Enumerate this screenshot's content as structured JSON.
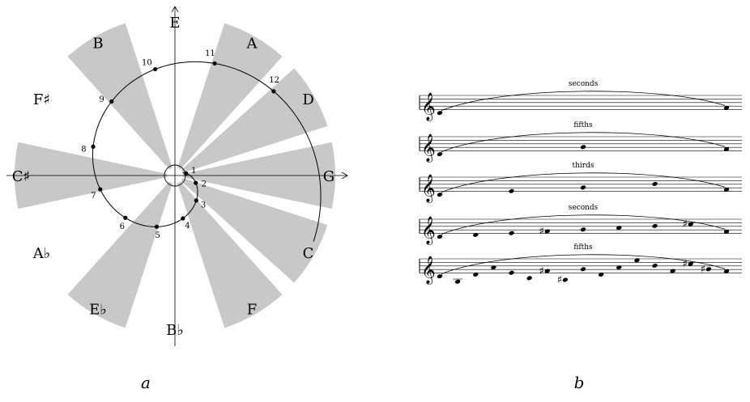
{
  "panel_a": {
    "label": "a",
    "notes": [
      {
        "name": "E",
        "angle": 90
      },
      {
        "name": "A",
        "angle": 60
      },
      {
        "name": "D",
        "angle": 30
      },
      {
        "name": "G",
        "angle": 0
      },
      {
        "name": "C",
        "angle": -30
      },
      {
        "name": "F",
        "angle": -60
      },
      {
        "name": "B♭",
        "angle": -90
      },
      {
        "name": "E♭",
        "angle": -120
      },
      {
        "name": "A♭",
        "angle": -150
      },
      {
        "name": "C♯",
        "angle": 180
      },
      {
        "name": "F♯",
        "angle": 150
      },
      {
        "name": "B",
        "angle": 120
      }
    ],
    "shaded_notes": [
      "A",
      "D",
      "G",
      "C",
      "F",
      "E♭",
      "C♯",
      "B"
    ],
    "spiral_points": [
      "1",
      "2",
      "3",
      "4",
      "5",
      "6",
      "7",
      "8",
      "9",
      "10",
      "11",
      "12"
    ]
  },
  "panel_b": {
    "label": "b",
    "staves": [
      {
        "title": "seconds",
        "notes": [
          {
            "pitch": 0
          },
          {
            "pitch": 1
          }
        ]
      },
      {
        "title": "fifths",
        "notes": [
          {
            "pitch": 0
          },
          {
            "pitch": 4
          },
          {
            "pitch": 1
          }
        ]
      },
      {
        "title": "thirds",
        "notes": [
          {
            "pitch": 0
          },
          {
            "pitch": 2
          },
          {
            "pitch": 4
          },
          {
            "pitch": 6
          },
          {
            "pitch": 1
          }
        ]
      },
      {
        "title": "seconds",
        "notes": [
          {
            "pitch": 0
          },
          {
            "pitch": 1
          },
          {
            "pitch": 2
          },
          {
            "pitch": 3,
            "acc": "♯"
          },
          {
            "pitch": 4
          },
          {
            "pitch": 5
          },
          {
            "pitch": 6
          },
          {
            "pitch": 7,
            "acc": "♯"
          },
          {
            "pitch": 1
          }
        ]
      },
      {
        "title": "fifths",
        "notes": [
          {
            "pitch": 0
          },
          {
            "pitch": -3
          },
          {
            "pitch": 1
          },
          {
            "pitch": 5
          },
          {
            "pitch": 2
          },
          {
            "pitch": -1
          },
          {
            "pitch": 3,
            "acc": "♯"
          },
          {
            "pitch": -2,
            "acc": "♯"
          },
          {
            "pitch": 4
          },
          {
            "pitch": 1
          },
          {
            "pitch": 5
          },
          {
            "pitch": 9
          },
          {
            "pitch": 6
          },
          {
            "pitch": 3
          },
          {
            "pitch": 7,
            "acc": "♯"
          },
          {
            "pitch": 4,
            "acc": "♯"
          },
          {
            "pitch": 1
          }
        ]
      }
    ]
  }
}
